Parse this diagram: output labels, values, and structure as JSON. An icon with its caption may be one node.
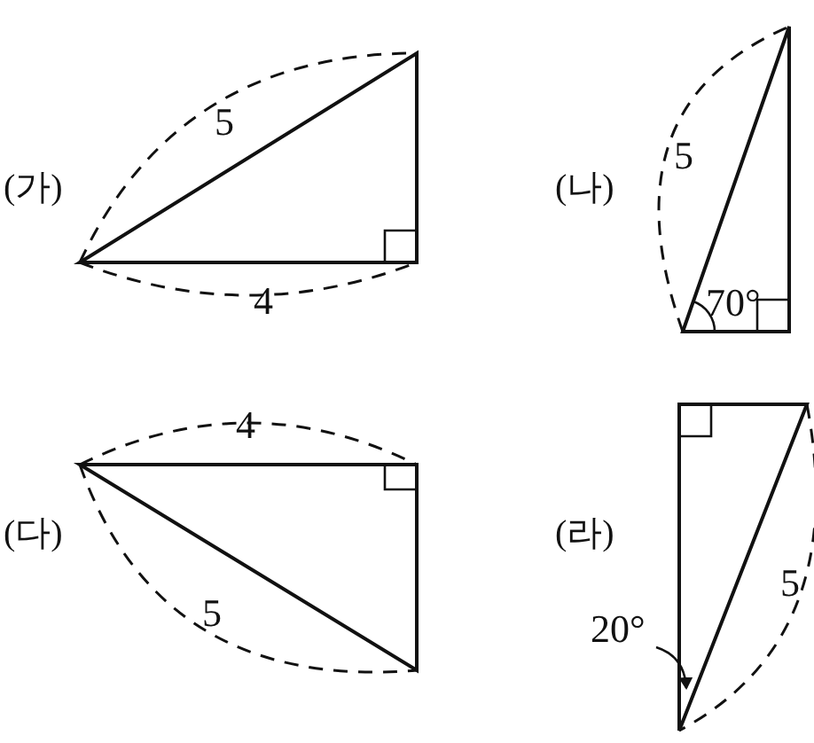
{
  "diagram": {
    "labels": [
      "(가)",
      "5",
      "4",
      "(나)",
      "5",
      "70°",
      "(다)",
      "4",
      "5",
      "(라)",
      "20°",
      "5"
    ]
  }
}
